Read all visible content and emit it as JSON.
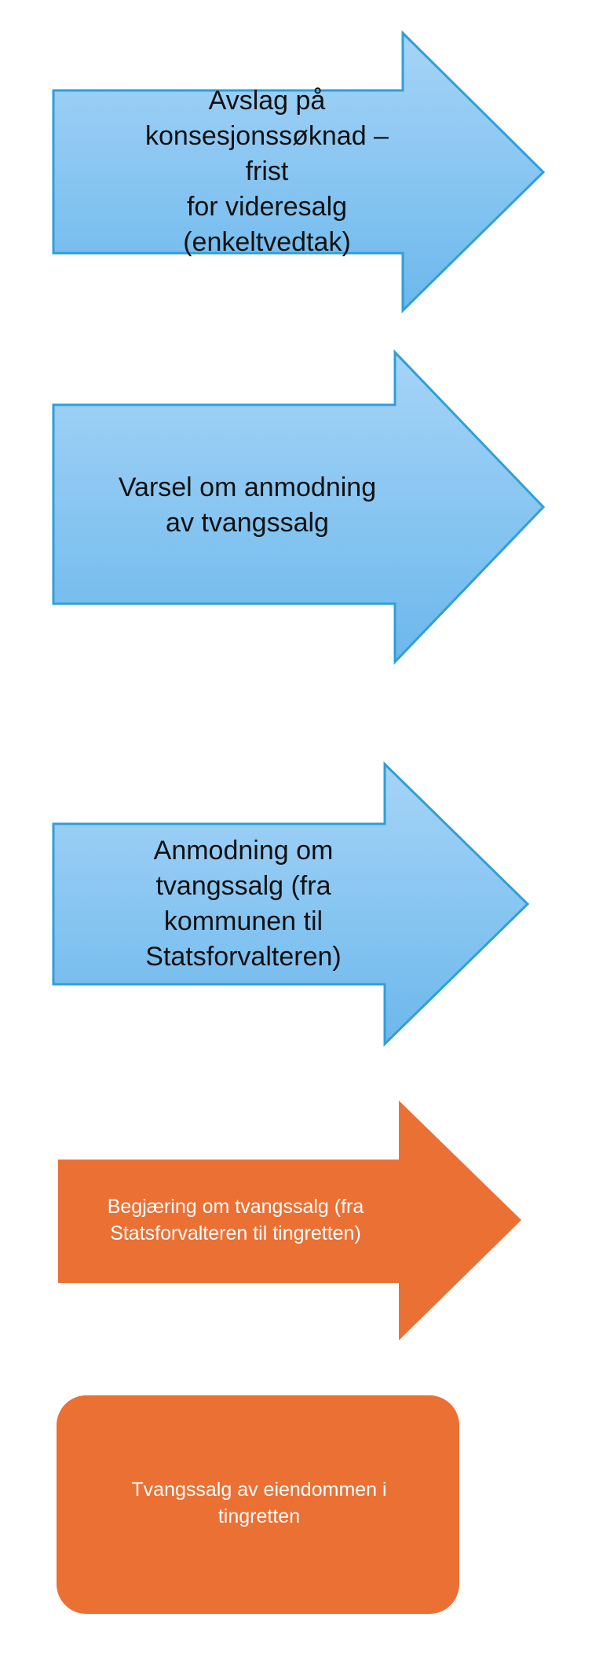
{
  "colors": {
    "blue_fill_top": "#a6d4f7",
    "blue_fill_bottom": "#6cb8ec",
    "blue_stroke": "#2f9fd9",
    "orange_fill": "#eb7034",
    "text_dark": "#111111",
    "text_light": "#ffffff"
  },
  "steps": [
    {
      "shape": "arrow",
      "label": "Avslag på\nkonsesjonssøknad – frist\nfor videresalg\n(enkeltvedtak)"
    },
    {
      "shape": "arrow",
      "label": "Varsel om anmodning\nav tvangssalg"
    },
    {
      "shape": "arrow",
      "label": "Anmodning om\ntvangssalg (fra\nkommunen til\nStatsforvalteren)"
    },
    {
      "shape": "arrow",
      "label": "Begjæring om tvangssalg (fra\nStatsforvalteren til tingretten)"
    },
    {
      "shape": "rounded-rectangle",
      "label": "Tvangssalg av eiendommen i\ntingretten"
    }
  ]
}
